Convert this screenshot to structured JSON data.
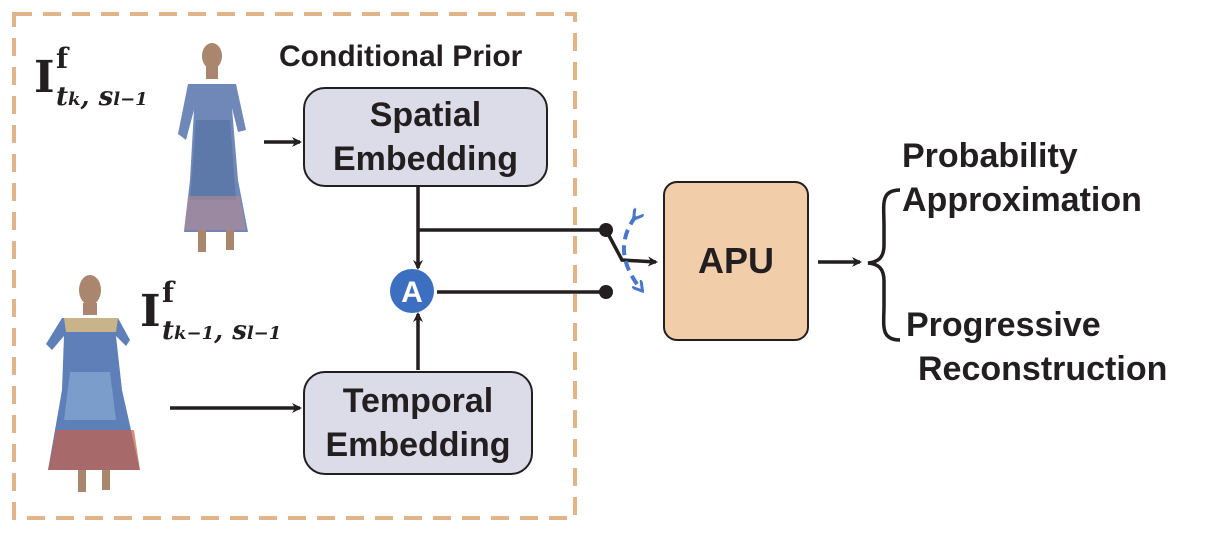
{
  "prior_label": "Conditional Prior",
  "spatial": {
    "line1": "Spatial",
    "line2": "Embedding"
  },
  "temporal": {
    "line1": "Temporal",
    "line2": "Embedding"
  },
  "aggregator": "A",
  "apu": "APU",
  "outputs": {
    "top_line1": "Probability",
    "top_line2": "Approximation",
    "bottom_line1": "Progressive",
    "bottom_line2": "Reconstruction"
  },
  "inputs": {
    "current": {
      "base": "I",
      "sup": "f",
      "sub": "t_k, s_{l−1}"
    },
    "previous": {
      "base": "I",
      "sup": "f",
      "sub": "t_{k−1}, s_{l−1}"
    }
  },
  "colors": {
    "dashed_border": "#e2b48a",
    "embedding_fill": "#dcdbe8",
    "apu_fill": "#f1cda9",
    "aggregator_fill": "#3c6fc0",
    "switch_arc": "#4a78c8",
    "ink": "#231f20"
  }
}
